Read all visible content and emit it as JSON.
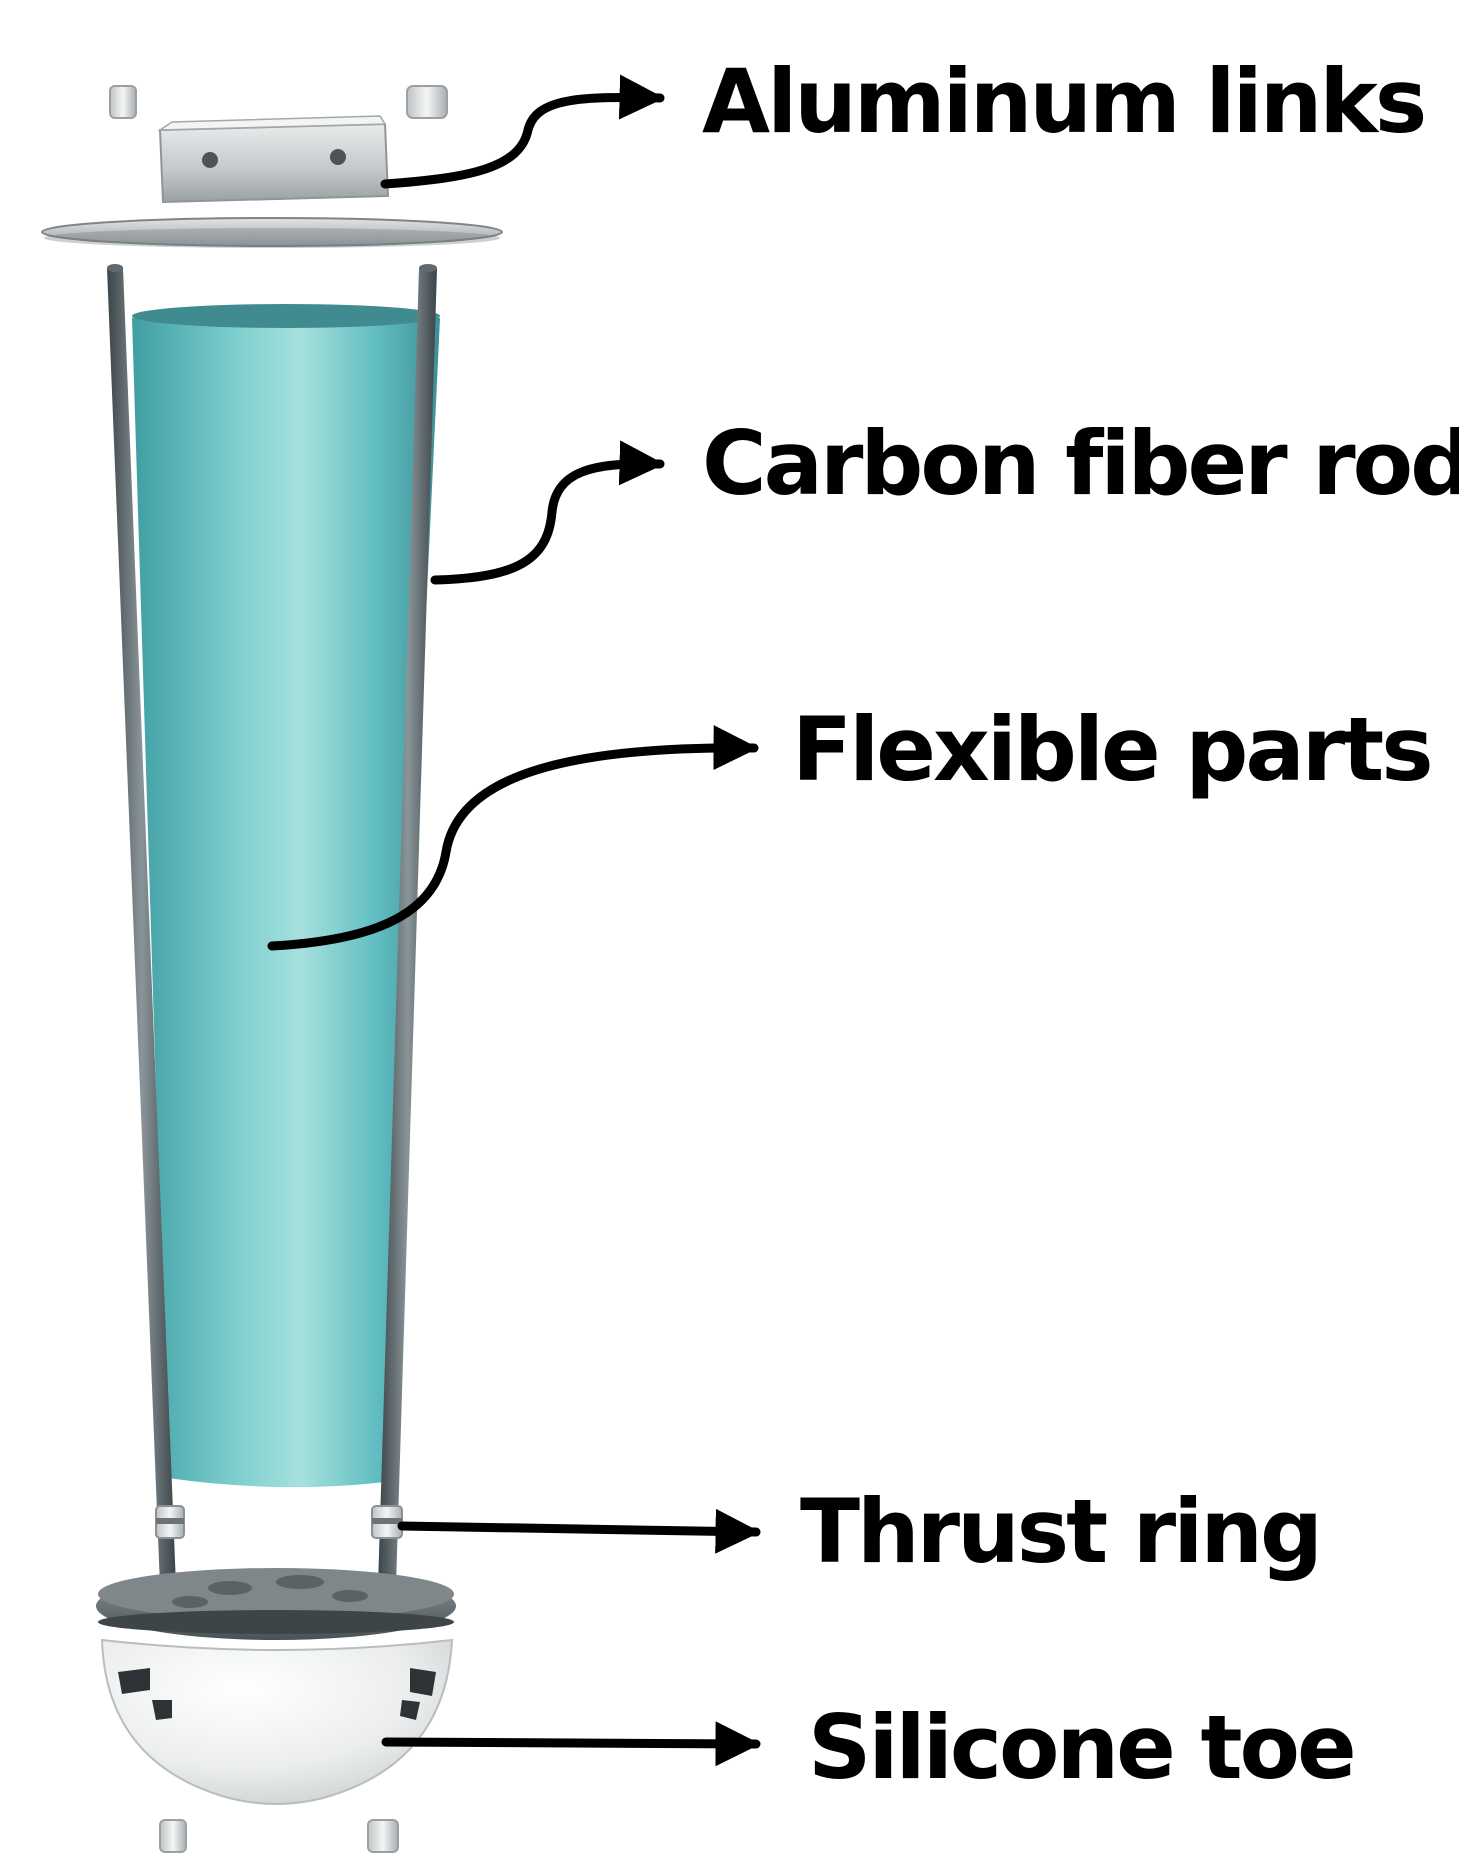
{
  "labels": {
    "aluminum_links": "Aluminum links",
    "carbon_fiber_rod": "Carbon fiber rod",
    "flexible_parts": "Flexible parts",
    "thrust_ring": "Thrust ring",
    "silicone_toe": "Silicone toe"
  },
  "colors": {
    "flexible_body": "#5fbcc0",
    "flexible_highlight": "#a8e2e0",
    "rod": "#4f5a60",
    "metal_light": "#d7dadc",
    "metal_dark": "#8a9094",
    "toe": "#f1f2f2",
    "ink": "#000000"
  }
}
